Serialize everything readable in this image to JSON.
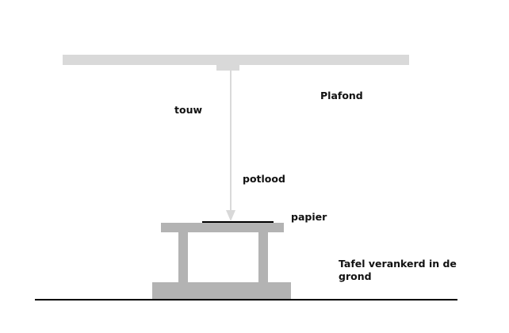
{
  "labels": {
    "ceiling": "Plafond",
    "rope": "touw",
    "pencil": "potlood",
    "paper": "papier",
    "table_line1": "Tafel verankerd in de",
    "table_line2": "grond"
  },
  "colors": {
    "ceiling": "#d9d9d9",
    "rope": "#d9d9d9",
    "table": "#b3b3b3",
    "paper": "#000000",
    "ground": "#000000"
  }
}
